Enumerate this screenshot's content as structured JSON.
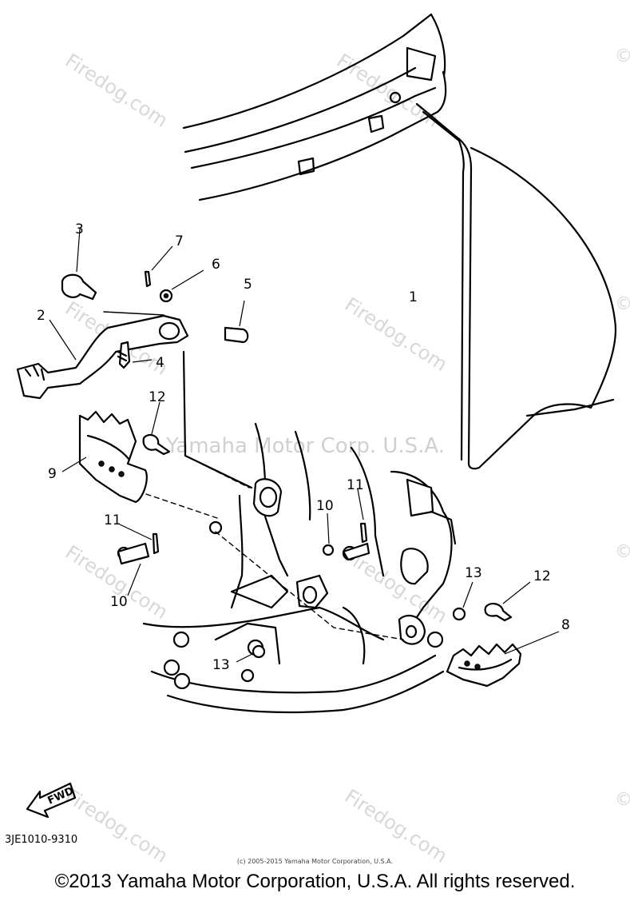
{
  "watermark_site": "Firedog.com",
  "watermark_center": "Yamaha Motor Corp. U.S.A.",
  "watermark_symbol": "©",
  "fwd_label": "FWD",
  "diagram_code": "3JE1010-9310",
  "small_copyright": "(c) 2005-2015 Yamaha Motor Corporation, U.S.A.",
  "copyright": "©2013 Yamaha Motor Corporation, U.S.A. All rights reserved.",
  "callouts": {
    "c1": "1",
    "c2": "2",
    "c3": "3",
    "c4": "4",
    "c5": "5",
    "c6": "6",
    "c7": "7",
    "c8": "8",
    "c9": "9",
    "c10a": "10",
    "c10b": "10",
    "c11a": "11",
    "c11b": "11",
    "c12a": "12",
    "c12b": "12",
    "c13a": "13",
    "c13b": "13"
  }
}
